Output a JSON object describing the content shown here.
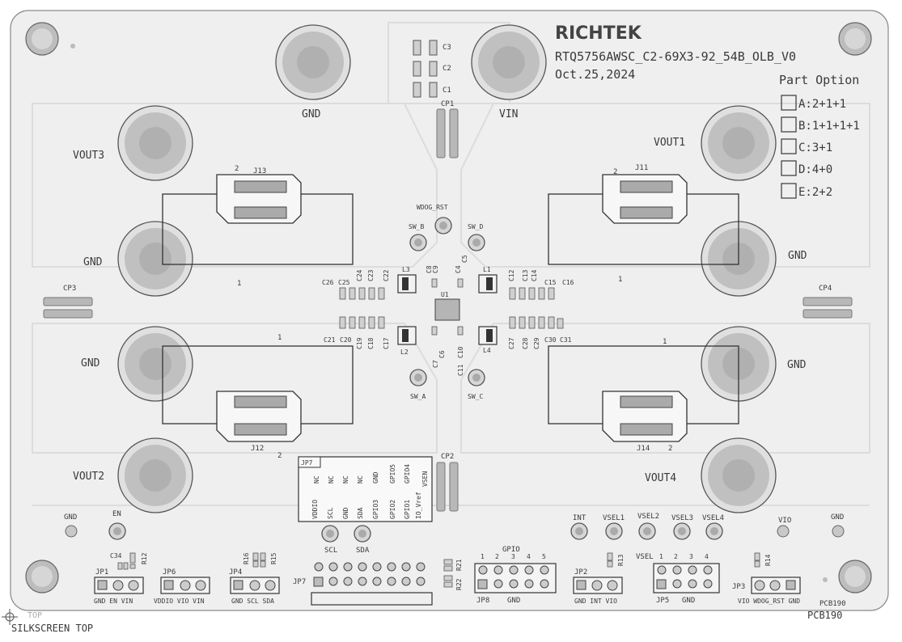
{
  "board": {
    "brand": "RICHTEK",
    "part_number": "RTQ5756AWSC_C2-69X3-92_54B_OLB_V0",
    "date": "Oct.25,2024",
    "pcb_id": "PCB190",
    "pcb_id_bottom": "PCB190",
    "layer_marker": "TOP",
    "layer_name": "SILKSCREEN TOP"
  },
  "part_option": {
    "title": "Part Option",
    "options": [
      "A:2+1+1",
      "B:1+1+1+1",
      "C:3+1",
      "D:4+0",
      "E:2+2"
    ]
  },
  "terminals": {
    "gnd_top": "GND",
    "vin": "VIN",
    "vout1": "VOUT1",
    "vout2": "VOUT2",
    "vout3": "VOUT3",
    "vout4": "VOUT4",
    "gnd_left_upper": "GND",
    "gnd_left_lower": "GND",
    "gnd_right_upper": "GND",
    "gnd_right_lower": "GND"
  },
  "capacitor_pads": {
    "cp1": "CP1",
    "cp2": "CP2",
    "cp3": "CP3",
    "cp4": "CP4"
  },
  "connectors": {
    "j11": "J11",
    "j12": "J12",
    "j13": "J13",
    "j14": "J14",
    "pin1": "1",
    "pin2": "2"
  },
  "center": {
    "u1": "U1",
    "wdog_rst": "WDOG_RST",
    "sw_a": "SW_A",
    "sw_b": "SW_B",
    "sw_c": "SW_C",
    "sw_d": "SW_D",
    "l1": "L1",
    "l2": "L2",
    "l3": "L3",
    "l4": "L4",
    "c1": "C1",
    "c2": "C2",
    "c3": "C3",
    "c4": "C4",
    "c5": "C5",
    "c6": "C6",
    "c7": "C7",
    "c8": "C8",
    "c9": "C9",
    "c10": "C10",
    "c11": "C11",
    "c12": "C12",
    "c13": "C13",
    "c14": "C14",
    "c15": "C15",
    "c16": "C16",
    "c17": "C17",
    "c18": "C18",
    "c19": "C19",
    "c20": "C20",
    "c21": "C21",
    "c22": "C22",
    "c23": "C23",
    "c24": "C24",
    "c25": "C25",
    "c26": "C26",
    "c27": "C27",
    "c28": "C28",
    "c29": "C29",
    "c30": "C30",
    "c31": "C31"
  },
  "jp7_table": {
    "label": "JP7",
    "top_row": [
      "NC",
      "NC",
      "NC",
      "NC",
      "GND",
      "GPIO5",
      "GPIO4"
    ],
    "bottom_row": [
      "VDDIO",
      "SCL",
      "GND",
      "SDA",
      "GPIO3",
      "GPIO2",
      "GPIO1",
      "IO_Vref",
      "VSEN"
    ]
  },
  "test_points": {
    "gnd_left": "GND",
    "en": "EN",
    "scl": "SCL",
    "sda": "SDA",
    "int": "INT",
    "vsel1": "VSEL1",
    "vsel2": "VSEL2",
    "vsel3": "VSEL3",
    "vsel4": "VSEL4",
    "vio": "VIO",
    "gnd_right": "GND"
  },
  "headers": {
    "jp1": "JP1",
    "jp1_pins": "GND EN VIN",
    "jp6": "JP6",
    "jp6_pins": "VDDIO VIO VIN",
    "jp4": "JP4",
    "jp4_pins": "GND SCL SDA",
    "jp7": "JP7",
    "jp8": "JP8",
    "jp8_gnd": "GND",
    "gpio": "GPIO",
    "gpio_nums": [
      "1",
      "2",
      "3",
      "4",
      "5"
    ],
    "jp2": "JP2",
    "jp2_pins": "GND INT VIO",
    "jp5": "JP5",
    "jp5_gnd": "GND",
    "vsel": "VSEL",
    "vsel_nums": [
      "1",
      "2",
      "3",
      "4"
    ],
    "jp3": "JP3",
    "jp3_pins": "VIO WDOG_RST GND"
  },
  "resistors": {
    "c34": "C34",
    "r12": "R12",
    "r16": "R16",
    "r15": "R15",
    "r21": "R21",
    "r22": "R22",
    "r13": "R13",
    "r14": "R14"
  }
}
